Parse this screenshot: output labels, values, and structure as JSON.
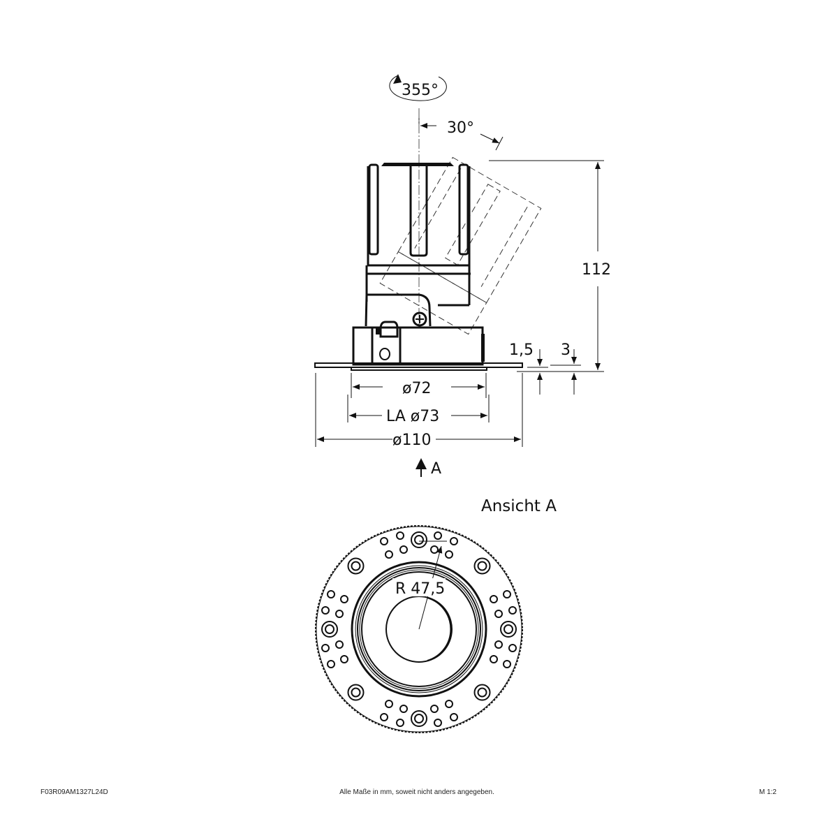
{
  "drawing": {
    "rotation_label": "355°",
    "tilt_angle_label": "30°",
    "height_label": "112",
    "flange_thickness_label": "1,5",
    "recess_label": "3",
    "dia_body_label": "ø72",
    "cutout_label": "LA ø73",
    "dia_flange_label": "ø110",
    "view_marker_label": "A",
    "view_title": "Ansicht A",
    "radius_label": "R 47,5"
  },
  "footer": {
    "article_code": "F03R09AM1327L24D",
    "note": "Alle Maße in mm, soweit nicht anders angegeben.",
    "scale": "M 1:2"
  },
  "colors": {
    "line": "#111111",
    "background": "#ffffff"
  }
}
